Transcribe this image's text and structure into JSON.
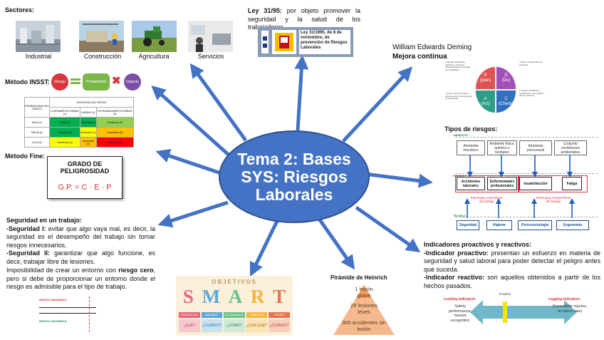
{
  "center": {
    "title": "Tema 2: Bases SYS: Riesgos Laborales"
  },
  "sectores": {
    "heading": "Sectores:",
    "items": [
      {
        "label": "Industrial"
      },
      {
        "label": "Construcción"
      },
      {
        "label": "Agricultura"
      },
      {
        "label": "Servicios"
      }
    ]
  },
  "ley": {
    "title": "Ley 31/95:",
    "text": " por objeto promover la seguridad y la salud de los trabajadores.",
    "book_text": "Ley 31/1995, de 8 de noviembre, de prevención de Riesgos Laborales"
  },
  "deming": {
    "title_line1": "William Edwards Deming",
    "title_line2": "Mejora continua",
    "quadrants": [
      {
        "letter": "P",
        "word": "(plan)",
        "color": "#e05353"
      },
      {
        "letter": "D",
        "word": "(Do)",
        "color": "#a34fb8"
      },
      {
        "letter": "C",
        "word": "(Check)",
        "color": "#2f6fbf"
      },
      {
        "letter": "A",
        "word": "(Act)",
        "color": "#2d9d8a"
      }
    ]
  },
  "insst": {
    "heading": "Método INSST:",
    "formula": {
      "riesgo": "Riesgo",
      "probabilidad": "Probabilidad",
      "impacto": "Impacto"
    }
  },
  "fine": {
    "heading": "Método Fine:",
    "box_line1": "GRADO DE",
    "box_line2": "PELIGROSIDAD",
    "formula": "G.P. = C · E · P"
  },
  "tipos": {
    "heading": "Tipos de riesgos:",
    "ambiente_label": "AMBIENTE",
    "riesgo_label": "RIESGO",
    "tecnica_label": "TÉCNICA",
    "ambientes": [
      "Ambiente mecánico",
      "Ambiente físico, químico y biológico",
      "Ambiente psicosocial",
      "Conjunto condiciones ambientales"
    ],
    "riesgos": [
      "Accidentes laborales",
      "Enfermedades profesionales",
      "Insatisfacción",
      "Fatiga"
    ],
    "patologias": [
      "Patologías específicas del trabajo",
      "Patologías inespecíficas del trabajo"
    ],
    "tecnicas": [
      "Seguridad",
      "Higiene",
      "Psicosociología",
      "Ergonomía"
    ]
  },
  "seguridad": {
    "heading": "Seguridad en un trabajo:",
    "s1_label": "-Seguridad I:",
    "s1_text": " evitar que algo vaya mal, es decir, la seguridad es el desempeño del trabajo sin tomar riesgos innecesarios.",
    "s2_label": "-Seguridad II:",
    "s2_text": " garantizar que algo funcione, es decir, trabajar libre de lesiones.",
    "p3_a": "Imposibilidad de crear un entorno con ",
    "p3_bold": "riesgo cero",
    "p3_b": ", pero si debe de proporcionar un entorno donde el riesgo es admisible para el tipo de trabajo.",
    "chart_labels": [
      "RIESGO ADMISIBLE",
      "RIESGO ADMISIBLE"
    ]
  },
  "objetivos": {
    "title": "OBJETIVOS",
    "letters": [
      {
        "letter": "S",
        "color": "#e9657a",
        "sub": "ESPECÍFICO",
        "q": "¿QUÉ?"
      },
      {
        "letter": "M",
        "color": "#5ca8d9",
        "sub": "MEDIBLE",
        "q": "¿CUÁNTO?"
      },
      {
        "letter": "A",
        "color": "#6cbf8a",
        "sub": "ALCANZABLE",
        "q": "¿CÓMO?"
      },
      {
        "letter": "R",
        "color": "#f3b540",
        "sub": "REALISTA",
        "q": "¿CON QUÉ?"
      },
      {
        "letter": "T",
        "color": "#e9734f",
        "sub": "TIEMPO",
        "q": "¿CUÁNDO?"
      }
    ]
  },
  "heinrich": {
    "heading": "Pirámide de Heinrich",
    "levels": [
      "1 lesión grave",
      "29 lesiones leves",
      "300 accidentes sin lesión"
    ]
  },
  "indicadores": {
    "heading": "Indicadores proactivos y reactivos:",
    "pro_label": "-Indicador proactivo:",
    "pro_text": " presentan un esfuerzo en materia de seguridad y salud laboral para poder detectar el peligro antes que suceda.",
    "re_label": "-Indicador reactivo:",
    "re_text": " son aquellos obtenidos a partir de los hechos pasados.",
    "leading_title": "Leading Indicators",
    "leading_text": "Safety performance, hazard recognition",
    "lagging_title": "Lagging Indicators",
    "lagging_text": "Recordable injuries, accident rates",
    "incident": "Incident"
  }
}
